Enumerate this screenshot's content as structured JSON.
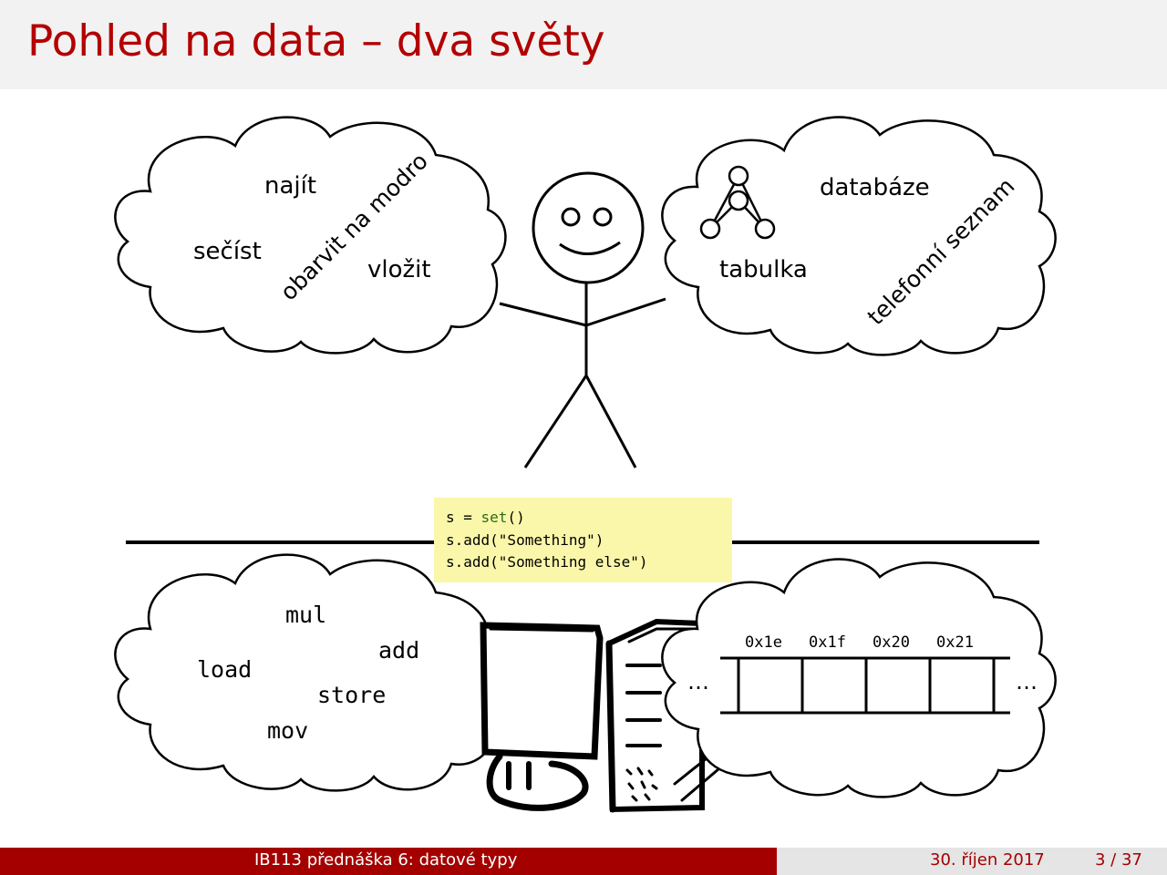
{
  "slide": {
    "title": "Pohled na data – dva světy"
  },
  "human_actions": [
    "najít",
    "sečíst",
    "obarvit na modro",
    "vložit"
  ],
  "human_data": [
    "databáze",
    "tabulka",
    "telefonní seznam"
  ],
  "machine_instructions": [
    "mul",
    "load",
    "add",
    "store",
    "mov"
  ],
  "memory": {
    "addresses": [
      "0x1e",
      "0x1f",
      "0x20",
      "0x21"
    ],
    "ellipsis_left": "…",
    "ellipsis_right": "…"
  },
  "code": {
    "line1_pre": "s = ",
    "line1_kw": "set",
    "line1_post": "()",
    "line2": "s.add(\"Something\")",
    "line3": "s.add(\"Something else\")"
  },
  "footer": {
    "lecture": "IB113 přednáška 6: datové typy",
    "date": "30. říjen 2017",
    "page": "3 / 37"
  },
  "colors": {
    "title": "#b30000",
    "footer_bar": "#a40000",
    "code_background": "#fbf7aa",
    "code_keyword": "#2d6b1f"
  }
}
